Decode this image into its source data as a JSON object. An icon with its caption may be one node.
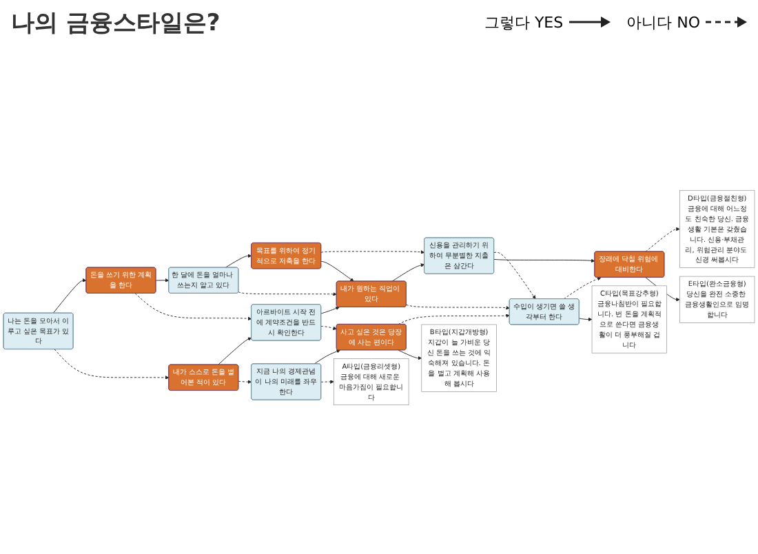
{
  "diagram": {
    "title": "나의 금융스타일은?",
    "nodes": [
      {
        "text": [
          "나는 돈을 모아서 이루고 싶은 목표가 있다"
        ]
      },
      {
        "text": [
          "돈을 쓰기 위한 계획을 한다"
        ]
      },
      {
        "text": [
          "한 달에 돈을 얼마나 쓰는지 알고 있다"
        ]
      },
      {
        "text": [
          "목표를 위하여 정기적으로 저축을 한다"
        ]
      },
      {
        "text": [
          "내가 스스로 돈을 벌어본 적이 있다"
        ]
      },
      {
        "text": [
          "아르바이트 시작 전에 계약조건을 반드시 확인한다"
        ]
      },
      {
        "text": [
          "내가 원하는 직업이 있다"
        ]
      },
      {
        "text": [
          "신용을 관리하기 위하여 무분별한 지출은 삼간다"
        ]
      },
      {
        "text": [
          "지금 나의 경제관념이 나의 미래를 좌우한다"
        ]
      },
      {
        "text": [
          "사고 싶은 것은 당장에 사는 편이다"
        ]
      },
      {
        "text": [
          "수입이 생기면 쓸 생각부터 한다"
        ]
      },
      {
        "text": [
          "장래에 닥칠 위험에 대비한다"
        ]
      },
      {
        "text": [
          "A타입(금융리셋형)",
          "금융에 대해 새로운 마음가짐이 필요합니다"
        ]
      },
      {
        "text": [
          "B타입(지갑개방형)",
          "지갑이 늘 가벼운 당신 돈을 쓰는 것에 익숙해져 있습니다. 돈을 벌고 계획해 사용해 봅시다"
        ]
      },
      {
        "text": [
          "C타입(목표강추형)",
          "금융나침반이 필요합니다. 번 돈을 계획적으로 쓴다면 금융생활이 더 풍부해질 겁니다"
        ]
      },
      {
        "text": [
          "D타입(금융절친형)",
          "금융에 대해 어느정도 친숙한 당신. 금융생활 기본은 갖췄습니다. 신용·부채관리, 위험관리 분야도 신경 써봅시다"
        ]
      },
      {
        "text": [
          "E타입(완소금융형)",
          "당신을 완전 소중한 금융생활인으로 임명합니다"
        ]
      }
    ],
    "edges": [
      {
        "from": 0,
        "to": 1,
        "arrow": "to"
      },
      {
        "from": 1,
        "to": 2,
        "arrow": "to"
      },
      {
        "from": 2,
        "to": 3,
        "arrow": "to"
      },
      {
        "from": 0,
        "to": 4,
        "arrow": "to",
        "style": "dashed"
      },
      {
        "from": 1,
        "to": 5,
        "arrow": "to",
        "style": "dashed"
      },
      {
        "from": 2,
        "to": 6,
        "arrow": "to",
        "style": "dashed"
      },
      {
        "from": 3,
        "to": 7,
        "arrow": "to",
        "style": "dashed"
      },
      {
        "from": 3,
        "to": 6,
        "arrow": "to"
      },
      {
        "from": 4,
        "to": 5,
        "arrow": "to"
      },
      {
        "from": 5,
        "to": 6,
        "arrow": "to"
      },
      {
        "from": 6,
        "to": 7,
        "arrow": "to"
      },
      {
        "from": 4,
        "to": 8,
        "arrow": "to",
        "style": "dashed"
      },
      {
        "from": 5,
        "to": 9,
        "arrow": "to",
        "style": "dashed"
      },
      {
        "from": 6,
        "to": 10,
        "arrow": "to",
        "style": "dashed"
      },
      {
        "from": 7,
        "to": 10,
        "arrow": "to",
        "style": "dashed"
      },
      {
        "from": 7,
        "to": 11,
        "arrow": "to"
      },
      {
        "from": 8,
        "to": 9,
        "arrow": "to"
      },
      {
        "from": 9,
        "to": 10,
        "arrow": "to",
        "style": "dashed"
      },
      {
        "from": 10,
        "to": 11,
        "arrow": "to",
        "style": "dashed"
      },
      {
        "from": 8,
        "to": 12,
        "arrow": "to",
        "style": "dashed"
      },
      {
        "from": 9,
        "to": 13,
        "arrow": "to"
      },
      {
        "from": 10,
        "to": 14,
        "arrow": "to"
      },
      {
        "from": 11,
        "to": 15,
        "arrow": "to",
        "style": "dashed"
      },
      {
        "from": 11,
        "to": 16,
        "arrow": "to"
      }
    ],
    "legend": [
      {
        "text": "그렇다 YES"
      },
      {
        "text": "아니다 NO"
      }
    ]
  }
}
